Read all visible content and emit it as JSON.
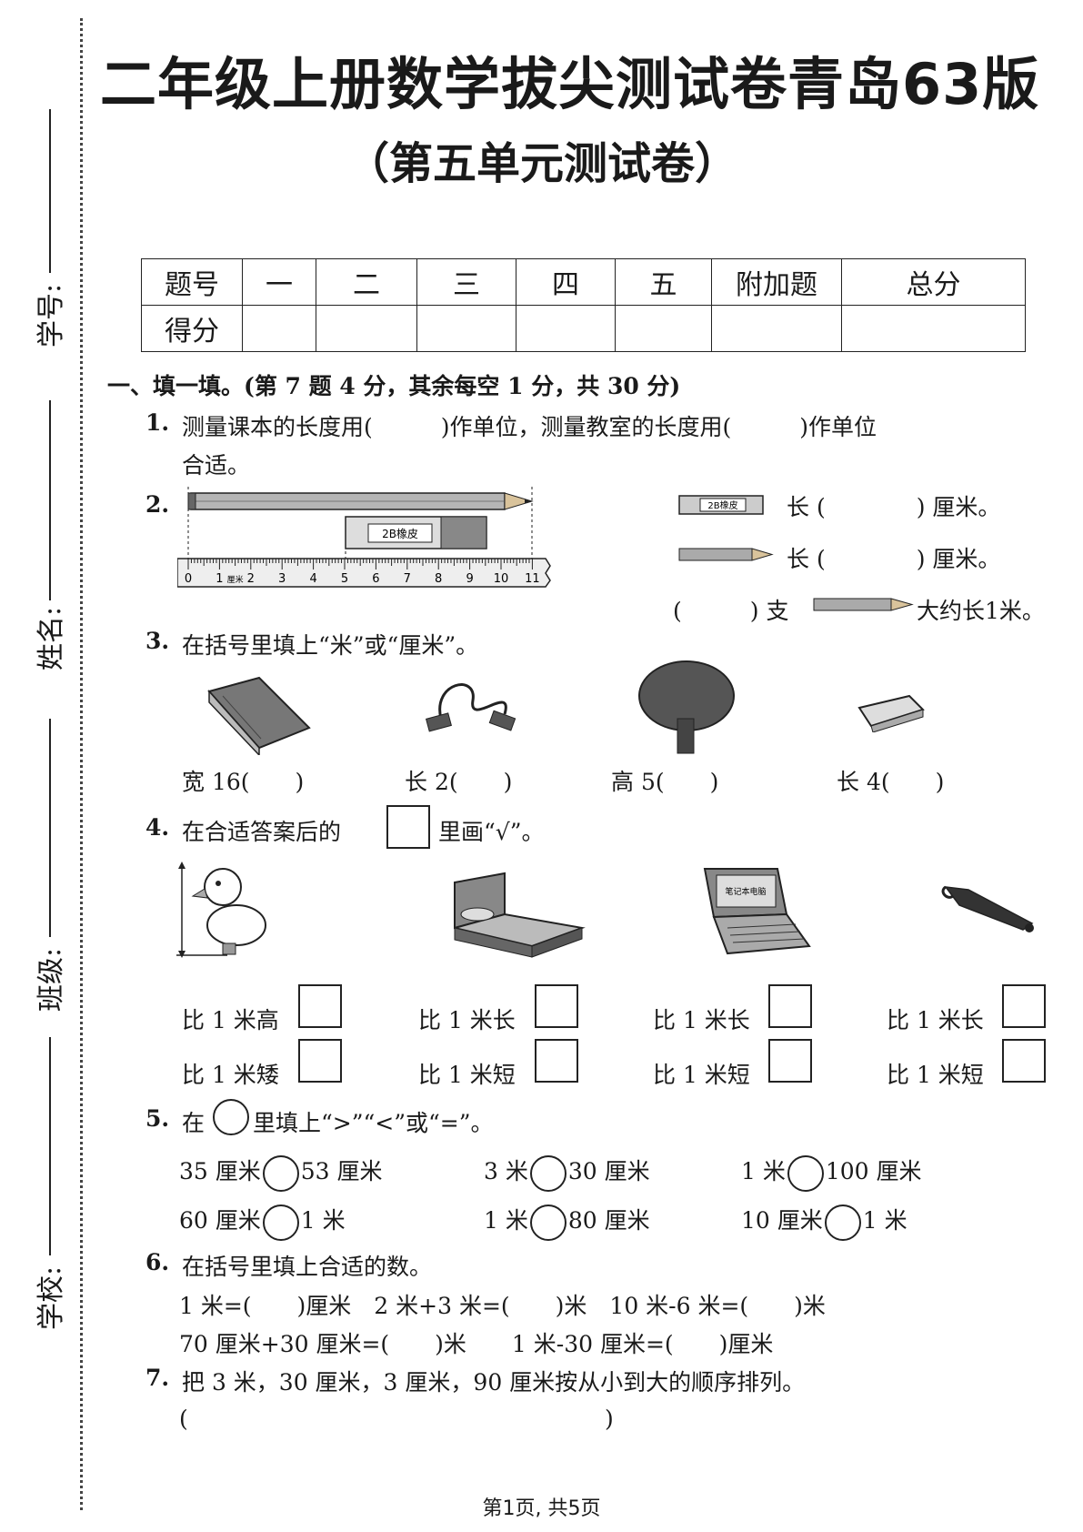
{
  "side": {
    "student_id": "学号:",
    "name": "姓名:",
    "class": "班级:",
    "school": "学校:"
  },
  "title": "二年级上册数学拔尖测试卷青岛63版",
  "subtitle": "（第五单元测试卷）",
  "score_table": {
    "row1": [
      "题号",
      "一",
      "二",
      "三",
      "四",
      "五",
      "附加题",
      "总分"
    ],
    "row2_label": "得分"
  },
  "section1": {
    "header": "一、填一填。(第 7 题 4 分，其余每空 1 分，共 30 分)",
    "q1": {
      "num": "1.",
      "line1": "测量课本的长度用(　　　)作单位，测量教室的长度用(　　　)作单位",
      "line2": "合适。"
    },
    "q2": {
      "num": "2.",
      "ruler_ticks": [
        "0",
        "1",
        "2",
        "3",
        "4",
        "5",
        "6",
        "7",
        "8",
        "9",
        "10",
        "11"
      ],
      "ruler_unit": "厘米",
      "eraser_label": "2B橡皮",
      "eraser_small_label": "2B橡皮",
      "line1": "长 (　　　　) 厘米。",
      "line2": "长 (　　　　) 厘米。",
      "line3_a": "(　　　) 支",
      "line3_b": "大约长1米。"
    },
    "q3": {
      "num": "3.",
      "prompt": "在括号里填上“米”或“厘米”。",
      "items": [
        "宽 16(　　)",
        "长 2(　　)",
        "高 5(　　)",
        "长 4(　　)"
      ]
    },
    "q4": {
      "num": "4.",
      "prompt_a": "在合适答案后的",
      "prompt_b": "里画“√”。",
      "laptop_label": "笔记本电脑",
      "row1": [
        "比 1 米高",
        "比 1 米长",
        "比 1 米长",
        "比 1 米长"
      ],
      "row2": [
        "比 1 米矮",
        "比 1 米短",
        "比 1 米短",
        "比 1 米短"
      ]
    },
    "q5": {
      "num": "5.",
      "prompt_a": "在",
      "prompt_b": "里填上“>”“<”或“=”。",
      "items": [
        [
          "35 厘米",
          "53 厘米"
        ],
        [
          "3 米",
          "30 厘米"
        ],
        [
          "1 米",
          "100 厘米"
        ],
        [
          "60 厘米",
          "1 米"
        ],
        [
          "1 米",
          "80 厘米"
        ],
        [
          "10 厘米",
          "1 米"
        ]
      ]
    },
    "q6": {
      "num": "6.",
      "prompt": "在括号里填上合适的数。",
      "line1": "1 米=(　　)厘米　2 米+3 米=(　　)米　10 米-6 米=(　　)米",
      "line2": "70 厘米+30 厘米=(　　)米　　1 米-30 厘米=(　　)厘米"
    },
    "q7": {
      "num": "7.",
      "prompt": "把 3 米，30 厘米，3 厘米，90 厘米按从小到大的顺序排列。",
      "answer_open": "(",
      "answer_close": ")"
    }
  },
  "footer": "第1页, 共5页"
}
